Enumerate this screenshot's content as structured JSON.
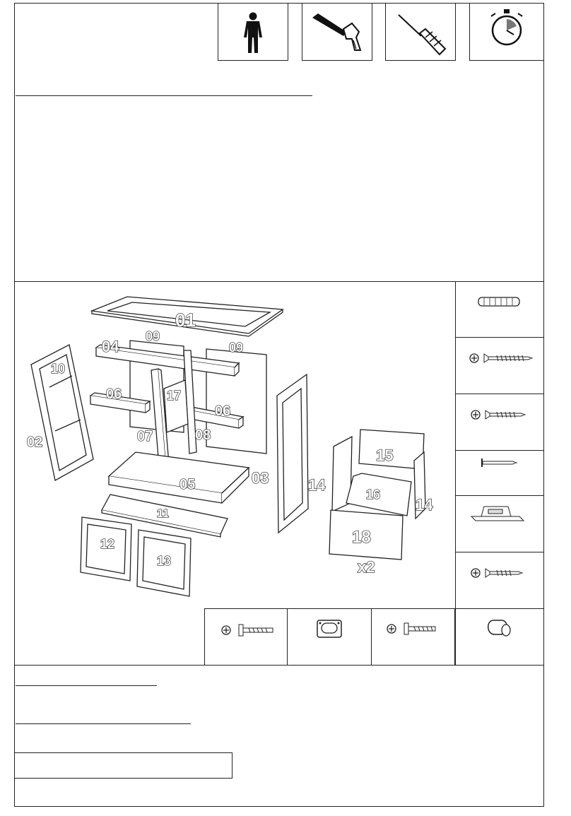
{
  "header": {
    "icons": [
      {
        "name": "person-icon"
      },
      {
        "name": "hammer-icon"
      },
      {
        "name": "screwdriver-icon"
      },
      {
        "name": "stopwatch-icon"
      }
    ]
  },
  "diagram": {
    "part_labels": {
      "p01": "01",
      "p02": "02",
      "p03": "03",
      "p04": "04",
      "p05": "05",
      "p06a": "06",
      "p06b": "06",
      "p07": "07",
      "p08": "08",
      "p09a": "09",
      "p09b": "09",
      "p10": "10",
      "p11": "11",
      "p12": "12",
      "p13": "13",
      "p14a": "14",
      "p14b": "14",
      "p15": "15",
      "p16": "16",
      "p17": "17",
      "p18": "18"
    },
    "quantity": "x2"
  },
  "hardware": {
    "side": [
      "dowel-icon",
      "long-wood-screw-icon",
      "wood-screw-icon",
      "nail-icon",
      "magnetic-catch-icon",
      "short-wood-screw-icon"
    ],
    "bottom": [
      "machine-screw-icon",
      "drawer-pull-icon",
      "machine-screw-icon",
      "knob-icon"
    ]
  }
}
